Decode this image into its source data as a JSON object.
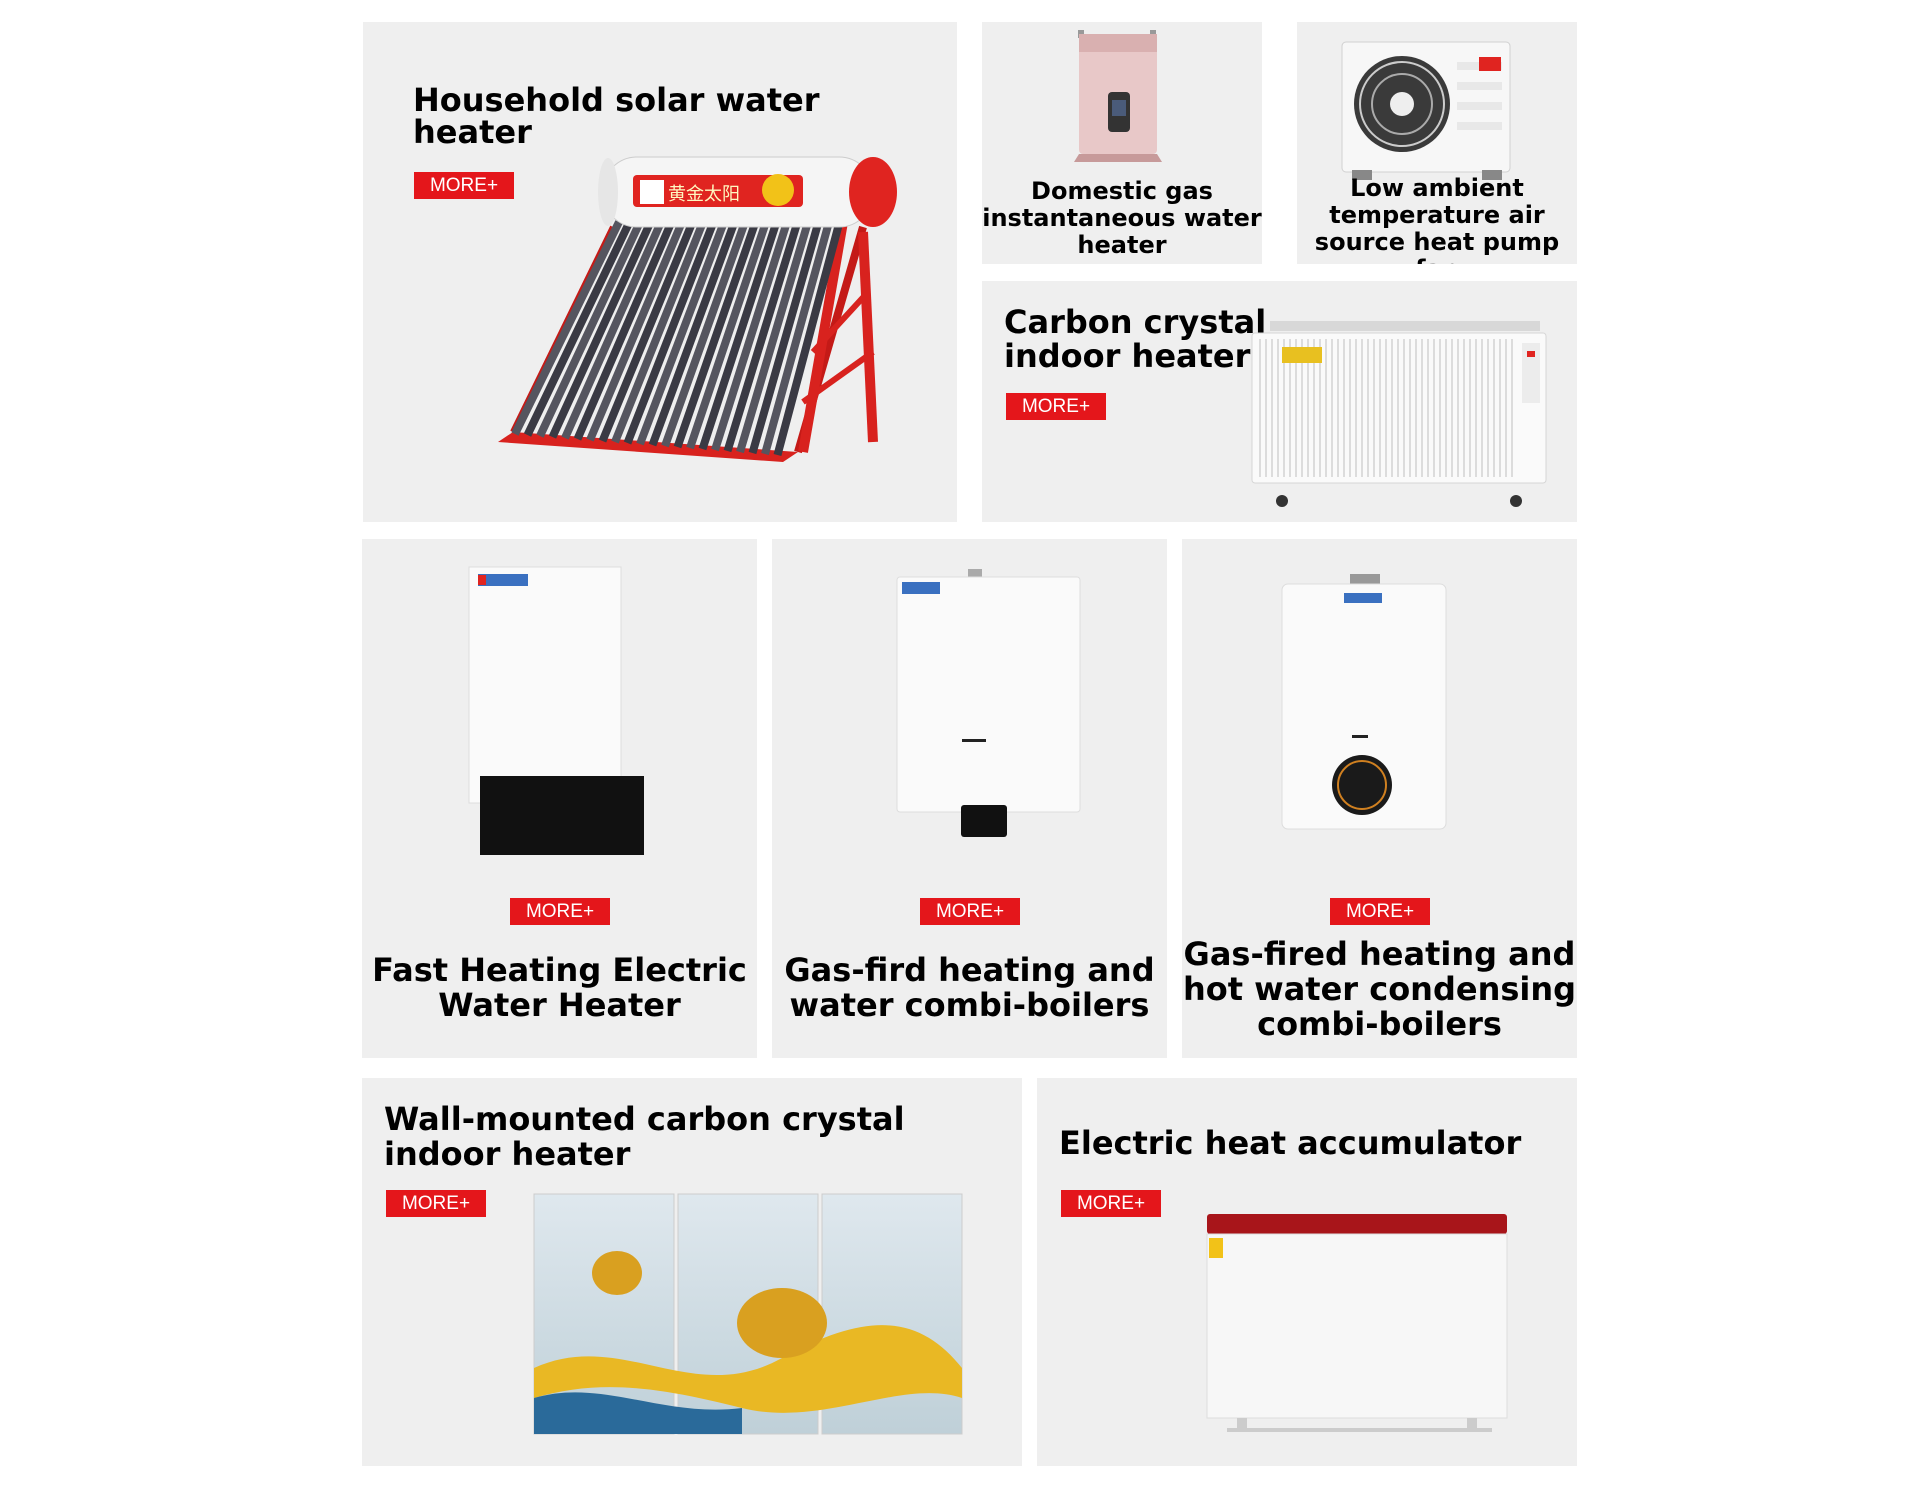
{
  "more_label": "MORE+",
  "accent_color": "#e4161b",
  "card_color": "#efefef",
  "products": {
    "solar": {
      "title_line1": "Household solar water",
      "title_line2": "heater",
      "logo_text": "黄金太阳",
      "image": "solar-water-heater-image"
    },
    "gas_instant": {
      "title_line1": "Domestic gas",
      "title_line2": "instantaneous water",
      "title_line3": "heater",
      "image": "gas-water-heater-image"
    },
    "heat_pump": {
      "title_line1": "Low ambient",
      "title_line2": "temperature air",
      "title_line3": "source heat pump fan",
      "image": "heat-pump-unit-image"
    },
    "carbon_indoor": {
      "title_line1": "Carbon crystal",
      "title_line2": "indoor heater",
      "image": "carbon-crystal-heater-image"
    },
    "electric_fast": {
      "title_line1": "Fast Heating Electric",
      "title_line2": "Water Heater",
      "image": "electric-water-heater-image"
    },
    "gas_combi": {
      "title_line1": "Gas-fird heating and",
      "title_line2": "water combi-boilers",
      "image": "combi-boiler-image"
    },
    "gas_condensing": {
      "title_line1": "Gas-fired heating and",
      "title_line2": "hot water condensing",
      "title_line3": "combi-boilers",
      "image": "condensing-boiler-image"
    },
    "wall_carbon": {
      "title_line1": "Wall-mounted carbon crystal",
      "title_line2": "indoor heater",
      "image": "wall-panel-heater-image"
    },
    "accumulator": {
      "title_line1": "Electric heat accumulator",
      "image": "heat-accumulator-image"
    }
  }
}
